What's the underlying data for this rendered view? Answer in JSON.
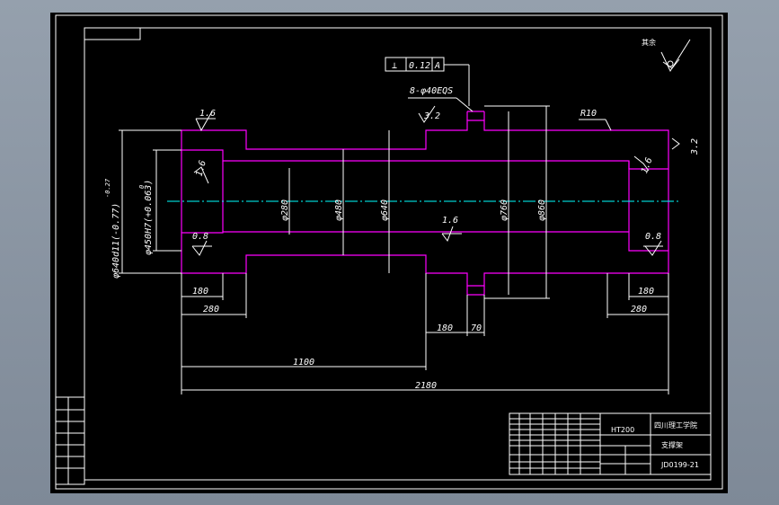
{
  "drawing": {
    "roughness_note": "其余",
    "tolerance_symbol": "⊥",
    "tolerance_value": "0.12",
    "tolerance_datum": "A",
    "hole_callout": "8-φ40EQS",
    "hole_roughness": "3.2",
    "radius_label": "R10",
    "roughness_right": "3.2",
    "roughness_top_left": "1.6",
    "roughness_bore_left": "1.6",
    "roughness_left_face": "0.8",
    "roughness_bore_center": "1.6",
    "roughness_bore_right": "1.6",
    "roughness_right_face": "0.8",
    "dim_outer_left": "φ640d11(-0.77)",
    "dim_outer_left_sup": "-0.27",
    "dim_bore_left": "φ450H7(+0.063)",
    "dim_bore_left_sup": "0",
    "dim_d280": "φ280",
    "dim_d480": "φ480",
    "dim_d640": "φ640",
    "dim_d760": "φ760",
    "dim_d860": "φ860",
    "dim_180_left": "180",
    "dim_280_left": "280",
    "dim_180_right": "180",
    "dim_280_right": "280",
    "dim_180_mid": "180",
    "dim_70": "70",
    "dim_1100": "1100",
    "dim_2180": "2180"
  },
  "title_block": {
    "material": "HT200",
    "school": "四川理工学院",
    "part_name": "支撑架",
    "drawing_no": "JD0199-21"
  }
}
